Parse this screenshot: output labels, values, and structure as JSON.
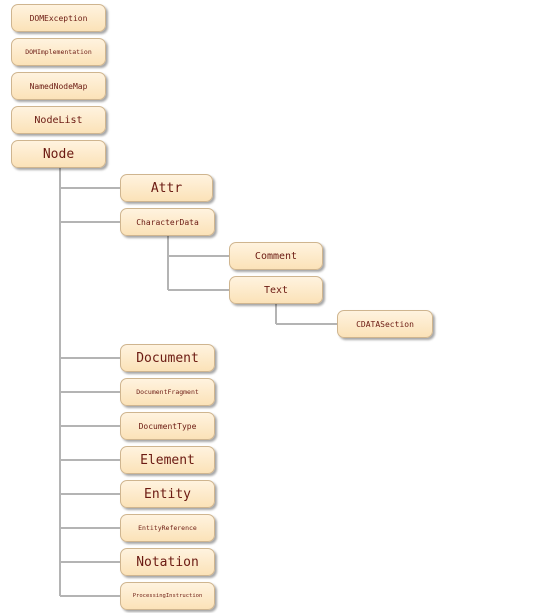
{
  "nodes": {
    "dom_exception": "DOMException",
    "dom_implementation": "DOMImplementation",
    "named_node_map": "NamedNodeMap",
    "node_list": "NodeList",
    "node": "Node",
    "attr": "Attr",
    "character_data": "CharacterData",
    "comment": "Comment",
    "text": "Text",
    "cdata_section": "CDATASection",
    "document": "Document",
    "document_fragment": "DocumentFragment",
    "document_type": "DocumentType",
    "element": "Element",
    "entity": "Entity",
    "entity_reference": "EntityReference",
    "notation": "Notation",
    "processing_instruction": "ProcessingInstruction"
  },
  "colors": {
    "box_fill": "#fde9c6",
    "box_border": "#cfb58f",
    "text": "#6b1a12",
    "connector": "#b4b4b4"
  }
}
